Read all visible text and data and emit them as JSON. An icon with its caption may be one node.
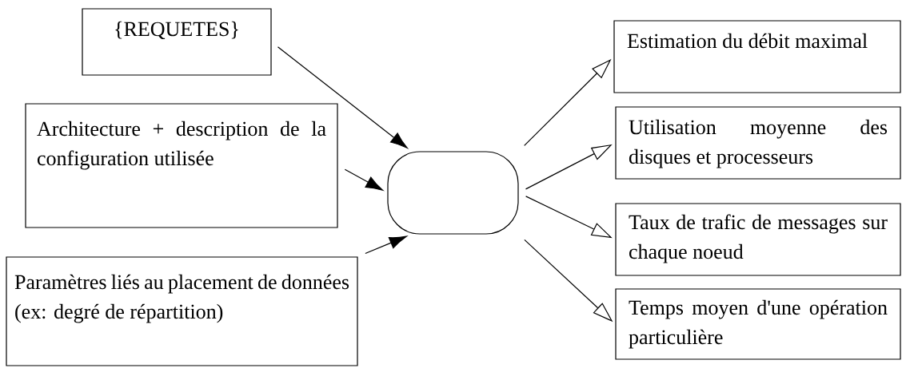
{
  "diagram": {
    "nodes": [
      {
        "text": [
          "{REQUETES}"
        ]
      },
      {
        "text": [
          "Architecture + description de la configuration utilisée"
        ]
      },
      {
        "text": [
          "Paramètres liés au placement de données (ex: degré de répartition)"
        ]
      },
      {
        "text": [],
        "shape": "box"
      },
      {
        "text": [
          "Estimation du débit maximal"
        ]
      },
      {
        "text": [
          "Utilisation moyenne des disques et processeurs"
        ]
      },
      {
        "text": [
          "Taux de trafic de messages sur chaque noeud"
        ]
      },
      {
        "text": [
          "Temps moyen d'une opération particulière"
        ]
      }
    ],
    "edges": [
      {
        "from": 0,
        "to": 3,
        "arrow": "to"
      },
      {
        "from": 1,
        "to": 3,
        "arrow": "to"
      },
      {
        "from": 2,
        "to": 3,
        "arrow": "to"
      },
      {
        "from": 3,
        "to": 4,
        "arrow": "to"
      },
      {
        "from": 3,
        "to": 5,
        "arrow": "to"
      },
      {
        "from": 3,
        "to": 6,
        "arrow": "to"
      },
      {
        "from": 3,
        "to": 7,
        "arrow": "to"
      }
    ]
  }
}
